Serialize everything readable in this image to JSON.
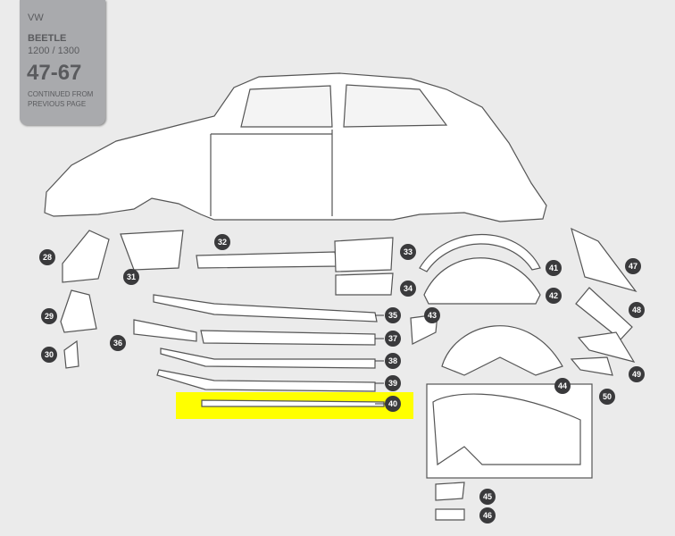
{
  "tag": {
    "make": "VW",
    "model": "BEETLE",
    "engine": "1200 / 1300",
    "years": "47-67",
    "note": "CONTINUED FROM PREVIOUS PAGE"
  },
  "highlight_color": "#ffff00",
  "parts": [
    "28",
    "29",
    "30",
    "31",
    "32",
    "33",
    "34",
    "35",
    "36",
    "37",
    "38",
    "39",
    "40",
    "41",
    "42",
    "43",
    "44",
    "45",
    "46",
    "47",
    "48",
    "49",
    "50"
  ]
}
